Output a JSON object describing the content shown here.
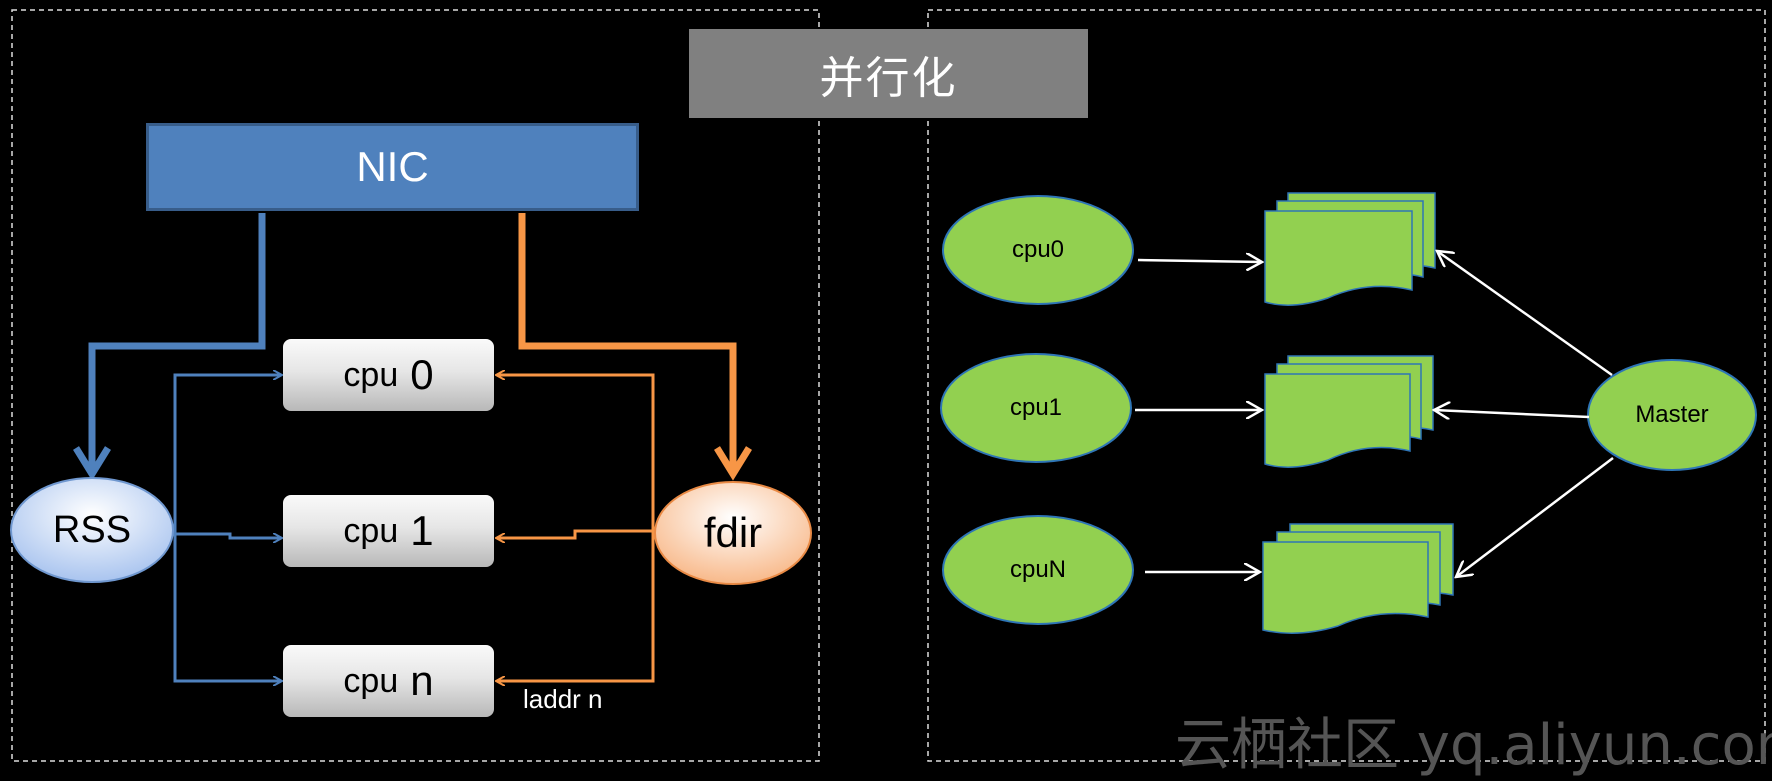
{
  "title": "并行化",
  "left": {
    "nic_label": "NIC",
    "rss_label": "RSS",
    "fdir_label": "fdir",
    "cpus": [
      {
        "prefix": "cpu",
        "num": "0"
      },
      {
        "prefix": "cpu",
        "num": "1"
      },
      {
        "prefix": "cpu",
        "num": "n"
      }
    ],
    "laddr_label": "laddr n"
  },
  "right": {
    "cpus": [
      "cpu0",
      "cpu1",
      "cpuN"
    ],
    "master_label": "Master"
  },
  "watermark": "云栖社区 yq.aliyun.com",
  "colors": {
    "rss_blue": "#4f81bd",
    "fdir_orange": "#f79646",
    "cpu_green": "#92d050",
    "title_gray": "#808080"
  }
}
